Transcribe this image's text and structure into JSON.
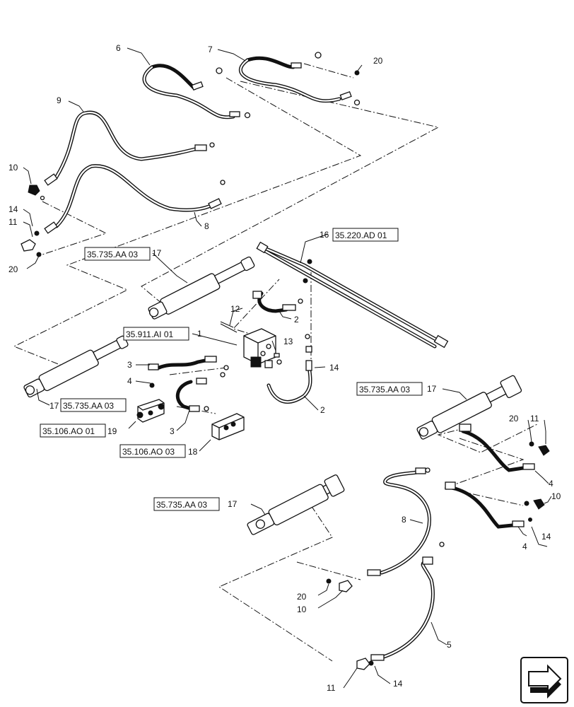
{
  "callouts": {
    "c1": "1",
    "c2a": "2",
    "c2b": "2",
    "c3a": "3",
    "c3b": "3",
    "c4a": "4",
    "c4b": "4",
    "c4c": "4",
    "c5": "5",
    "c6": "6",
    "c7": "7",
    "c8a": "8",
    "c8b": "8",
    "c9": "9",
    "c10a": "10",
    "c10b": "10",
    "c10c": "10",
    "c11a": "11",
    "c11b": "11",
    "c11c": "11",
    "c12": "12",
    "c13": "13",
    "c14a": "14",
    "c14b": "14",
    "c14c": "14",
    "c14d": "14",
    "c16": "16",
    "c17a": "17",
    "c17b": "17",
    "c17c": "17",
    "c17d": "17",
    "c18": "18",
    "c19": "19",
    "c20a": "20",
    "c20b": "20",
    "c20c": "20",
    "c20d": "20"
  },
  "references": {
    "r_16": "35.220.AD 01",
    "r_17a": "35.735.AA 03",
    "r_17b": "35.735.AA 03",
    "r_17c": "35.735.AA 03",
    "r_17d": "35.735.AA 03",
    "r_1": "35.911.AI 01",
    "r_19": "35.106.AO 01",
    "r_18": "35.106.AO 03"
  },
  "nav_icon": "next-page-arrow-icon"
}
